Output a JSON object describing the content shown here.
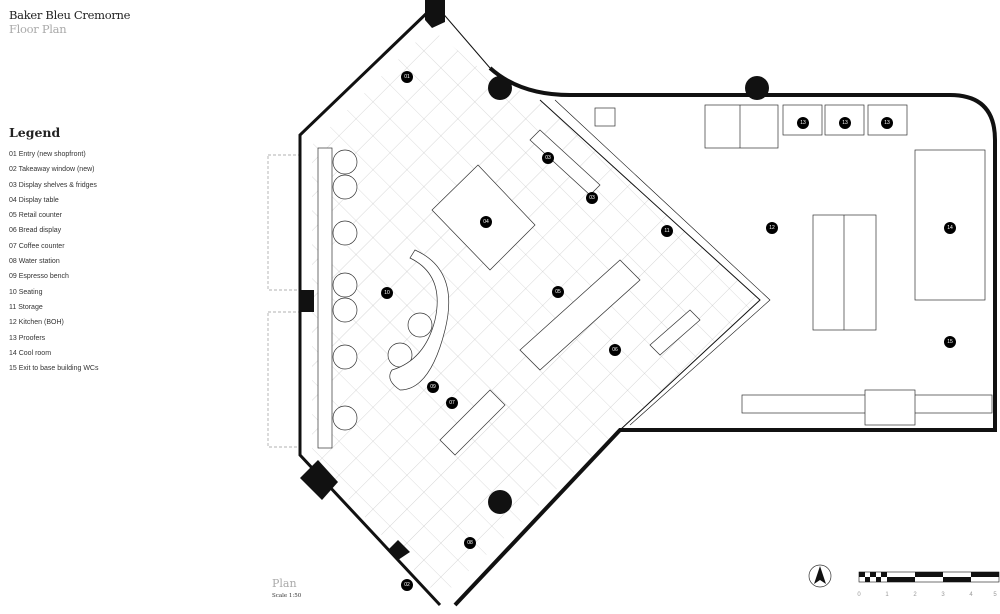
{
  "header": {
    "title": "Baker Bleu Cremorne",
    "subtitle": "Floor Plan"
  },
  "legend": {
    "heading": "Legend",
    "items": [
      "01 Entry (new shopfront)",
      "02 Takeaway window (new)",
      "03 Display shelves & fridges",
      "04 Display table",
      "05 Retail counter",
      "06 Bread display",
      "07 Coffee counter",
      "08 Water station",
      "09 Espresso bench",
      "10 Seating",
      "11 Storage",
      "12 Kitchen (BOH)",
      "13 Proofers",
      "14 Cool room",
      "15 Exit to base building WCs"
    ]
  },
  "plan": {
    "label": "Plan",
    "scale": "Scale 1:50",
    "markers": [
      "01",
      "02",
      "03",
      "03",
      "04",
      "05",
      "06",
      "07",
      "08",
      "09",
      "10",
      "11",
      "12",
      "13",
      "13",
      "13",
      "14",
      "15"
    ]
  },
  "scale_bar": {
    "ticks": [
      "0",
      "1",
      "2",
      "3",
      "4",
      "5"
    ]
  },
  "north_icon": "north-arrow-icon"
}
